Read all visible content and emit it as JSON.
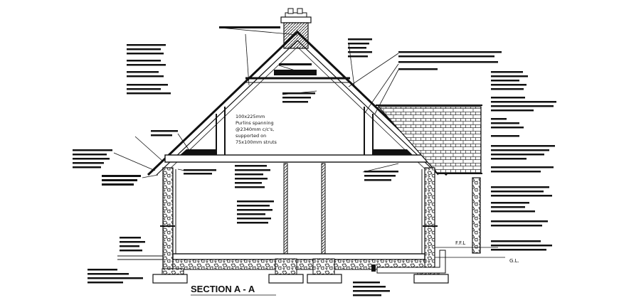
{
  "drawing": {
    "title": "SECTION A - A",
    "note_lines": [
      "100x225mm",
      "Purlins spanning",
      "@2340mm c/c's,",
      "supported on",
      "75x100mm struts"
    ],
    "ffl_label": "F.F.L",
    "gl_label": "G.L."
  }
}
